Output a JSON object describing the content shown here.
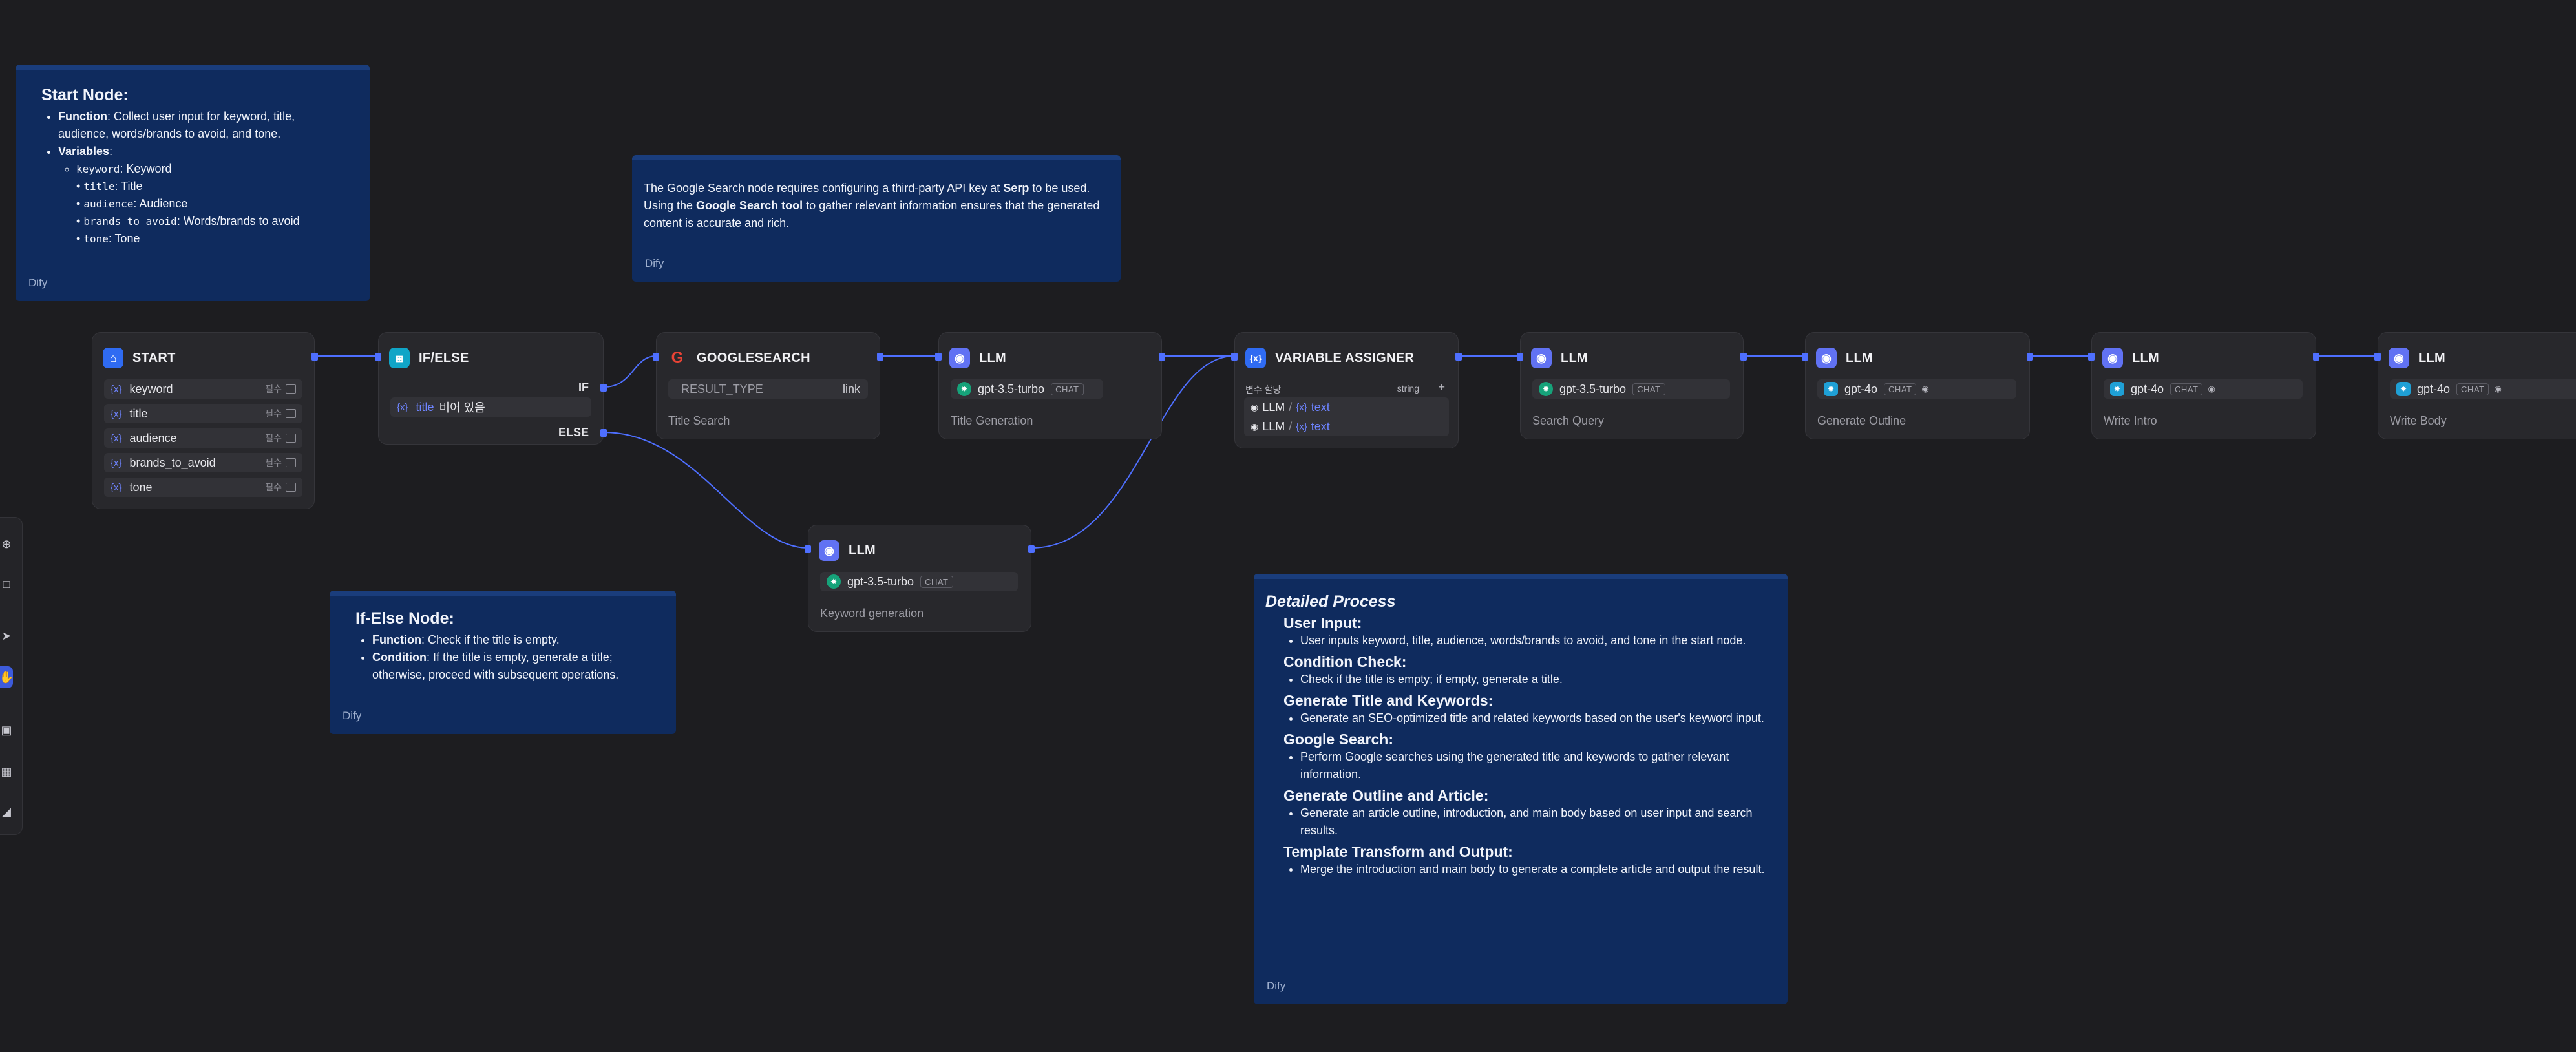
{
  "notes": {
    "start": {
      "title": "Start Node:",
      "func_label": "Function",
      "func_text": ": Collect user input for keyword, title, audience, words/brands to avoid, and tone.",
      "vars_label": "Variables",
      "vars_colon": ":",
      "vars": [
        {
          "code": "keyword",
          "text": ": Keyword"
        },
        {
          "code": "title",
          "text": ": Title"
        },
        {
          "code": "audience",
          "text": ": Audience"
        },
        {
          "code": "brands_to_avoid",
          "text": ": Words/brands to avoid"
        },
        {
          "code": "tone",
          "text": ": Tone"
        }
      ],
      "footer": "Dify"
    },
    "google": {
      "t1": "The Google Search node requires configuring a third-party API key at ",
      "b1": "Serp",
      "t2": " to be used. Using the ",
      "b2": "Google Search tool",
      "t3": " to gather relevant information ensures that the generated content is accurate and rich.",
      "footer": "Dify"
    },
    "ifelse": {
      "title": "If-Else Node:",
      "func_label": "Function",
      "func_text": ": Check if the title is empty.",
      "cond_label": "Condition",
      "cond_text": ": If the title is empty, generate a title; otherwise, proceed with subsequent operations.",
      "footer": "Dify"
    },
    "process": {
      "title": "Detailed Process",
      "sections": [
        {
          "h": "User Input:",
          "li": "User inputs keyword, title, audience, words/brands to avoid, and tone in the start node."
        },
        {
          "h": "Condition Check:",
          "li": "Check if the title is empty; if empty, generate a title."
        },
        {
          "h": "Generate Title and Keywords:",
          "li": "Generate an SEO-optimized title and related keywords based on the user's keyword input."
        },
        {
          "h": "Google Search:",
          "li": "Perform Google searches using the generated title and keywords to gather relevant information."
        },
        {
          "h": "Generate Outline and Article:",
          "li": "Generate an article outline, introduction, and main body based on user input and search results."
        },
        {
          "h": "Template Transform and Output:",
          "li": "Merge the introduction and main body to generate a complete article and output the result."
        }
      ],
      "footer": "Dify"
    }
  },
  "nodes": {
    "start": {
      "title": "START",
      "fields": [
        "keyword",
        "title",
        "audience",
        "brands_to_avoid",
        "tone"
      ],
      "required": "필수",
      "var_glyph": "{x}"
    },
    "ifelse": {
      "title": "IF/ELSE",
      "if_label": "IF",
      "else_label": "ELSE",
      "cond_var": "title",
      "cond_text": "비어 있음"
    },
    "google": {
      "title": "GOOGLESEARCH",
      "param": "RESULT_TYPE",
      "param_value": "link",
      "desc": "Title Search"
    },
    "llm_title": {
      "title": "LLM",
      "model": "gpt-3.5-turbo",
      "mode": "CHAT",
      "desc": "Title Generation"
    },
    "llm_keyword": {
      "title": "LLM",
      "model": "gpt-3.5-turbo",
      "mode": "CHAT",
      "desc": "Keyword generation"
    },
    "assigner": {
      "title": "VARIABLE ASSIGNER",
      "label": "변수 할당",
      "type": "string",
      "plus": "+",
      "items": [
        {
          "node": "LLM",
          "sep": "/",
          "var": "text"
        },
        {
          "node": "LLM",
          "sep": "/",
          "var": "text"
        }
      ]
    },
    "llm_query": {
      "title": "LLM",
      "model": "gpt-3.5-turbo",
      "mode": "CHAT",
      "desc": "Search Query"
    },
    "llm_outline": {
      "title": "LLM",
      "model": "gpt-4o",
      "mode": "CHAT",
      "desc": "Generate Outline"
    },
    "llm_intro": {
      "title": "LLM",
      "model": "gpt-4o",
      "mode": "CHAT",
      "desc": "Write Intro"
    },
    "llm_body": {
      "title": "LLM",
      "model": "gpt-4o",
      "mode": "CHAT",
      "desc": "Write Body"
    }
  },
  "icons": {
    "start": "home-icon",
    "ifelse": "branch-icon",
    "google": "google-icon",
    "llm": "brain-icon",
    "assigner": "variable-icon"
  },
  "colors": {
    "canvas": "#1d1d20",
    "note": "#0f2b5e",
    "node": "#28282c",
    "edge": "#4e6fff",
    "start_icon": "#2f6bf2",
    "ifelse_icon": "#10a5c7",
    "llm_icon": "#6172f3",
    "assigner_icon": "#2f6bf2"
  }
}
